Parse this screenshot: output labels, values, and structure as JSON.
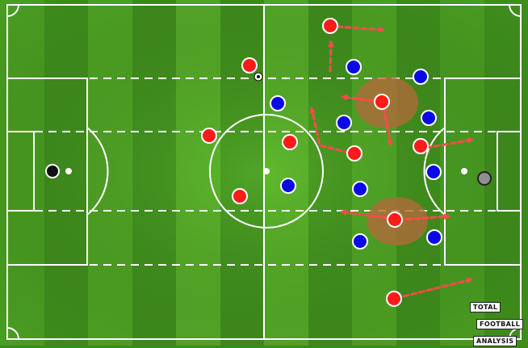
{
  "colors": {
    "pitch_light": "#5cb52a",
    "pitch_dark": "#3f8f1c",
    "lines": "#ffffff",
    "team_red": "#ff1a1a",
    "team_blue": "#0a0ae6",
    "goalkeeper_left": "#111111",
    "goalkeeper_right": "#8f8f8f",
    "arrow": "#ff4a4a",
    "zone_highlight": "#b06a3a"
  },
  "logo": {
    "line1": "TOTAL",
    "line2": "FOOTBALL",
    "line3": "ANALYSIS"
  }
}
